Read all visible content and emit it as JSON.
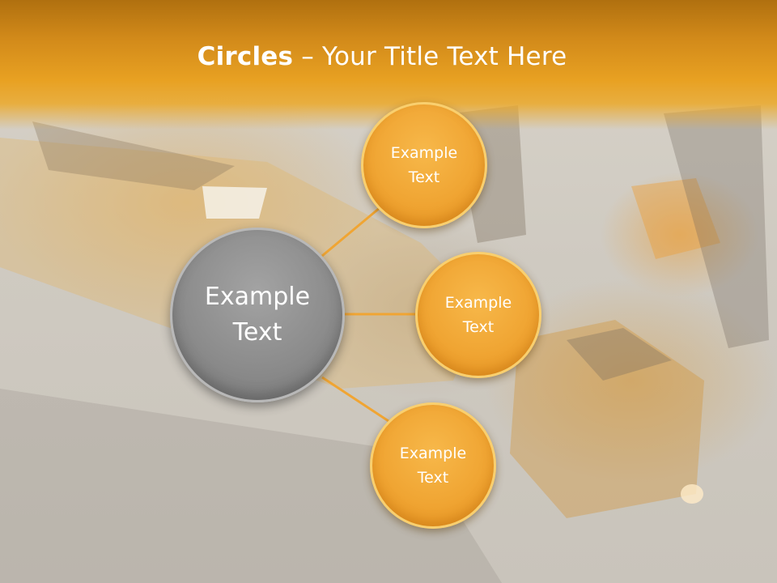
{
  "title": {
    "bold_part": "Circles",
    "rest_part": " – Your Title Text Here"
  },
  "diagram": {
    "center": {
      "label": "Example\nText"
    },
    "nodes": [
      {
        "label": "Example\nText"
      },
      {
        "label": "Example\nText"
      },
      {
        "label": "Example\nText"
      }
    ]
  },
  "colors": {
    "header": "#e8a122",
    "node_fill": "#f0a533",
    "center_fill": "#8c8c8c",
    "connector": "#f0a533"
  }
}
